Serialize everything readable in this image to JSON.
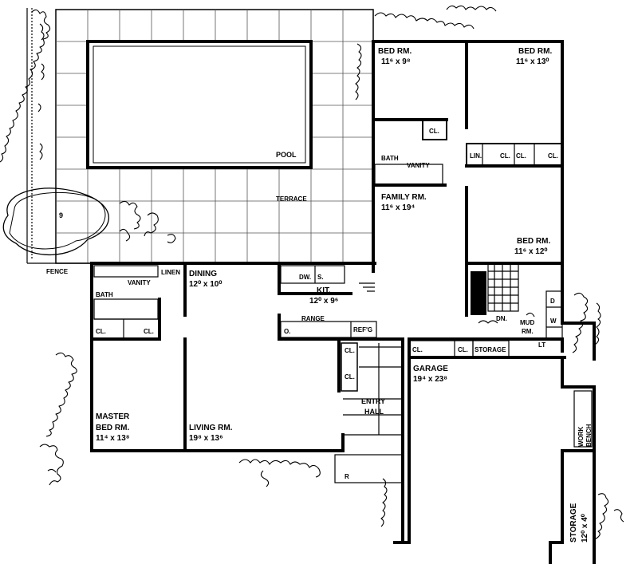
{
  "rooms": {
    "bed1": {
      "name": "BED RM.",
      "dims": "11⁶ x 9⁸"
    },
    "bed2": {
      "name": "BED RM.",
      "dims": "11⁶ x 13⁰"
    },
    "bed3": {
      "name": "BED RM.",
      "dims": "11⁶ x 12⁰"
    },
    "family": {
      "name": "FAMILY RM.",
      "dims": "11⁶ x 19⁴"
    },
    "dining": {
      "name": "DINING",
      "dims": "12⁰ x 10⁰"
    },
    "kitchen": {
      "name": "KIT.",
      "dims": "12⁰ x 9⁶"
    },
    "master": {
      "name1": "MASTER",
      "name2": "BED RM.",
      "dims": "11⁴ x 13⁸"
    },
    "living": {
      "name": "LIVING RM.",
      "dims": "19⁸ x 13⁶"
    },
    "garage": {
      "name": "GARAGE",
      "dims": "19⁴ x 23⁸"
    },
    "entry": {
      "name1": "ENTRY",
      "name2": "HALL"
    },
    "mud": {
      "name1": "MUD",
      "name2": "RM."
    },
    "storage_big": {
      "name": "STORAGE",
      "dims": "12⁰ x 4⁰"
    }
  },
  "labels": {
    "pool": "POOL",
    "terrace": "TERRACE",
    "fence": "FENCE",
    "bath": "BATH",
    "vanity": "VANITY",
    "linen": "LINEN",
    "cl": "CL.",
    "lin": "LIN.",
    "dw": "DW.",
    "s": "S.",
    "range": "RANGE",
    "o": "O.",
    "refg": "REF'G",
    "storage": "STORAGE",
    "dn": "DN.",
    "work": "WORK",
    "bench": "BENCH",
    "r": "R",
    "d": "D",
    "w": "W",
    "lt": "LT",
    "tree": "9"
  }
}
